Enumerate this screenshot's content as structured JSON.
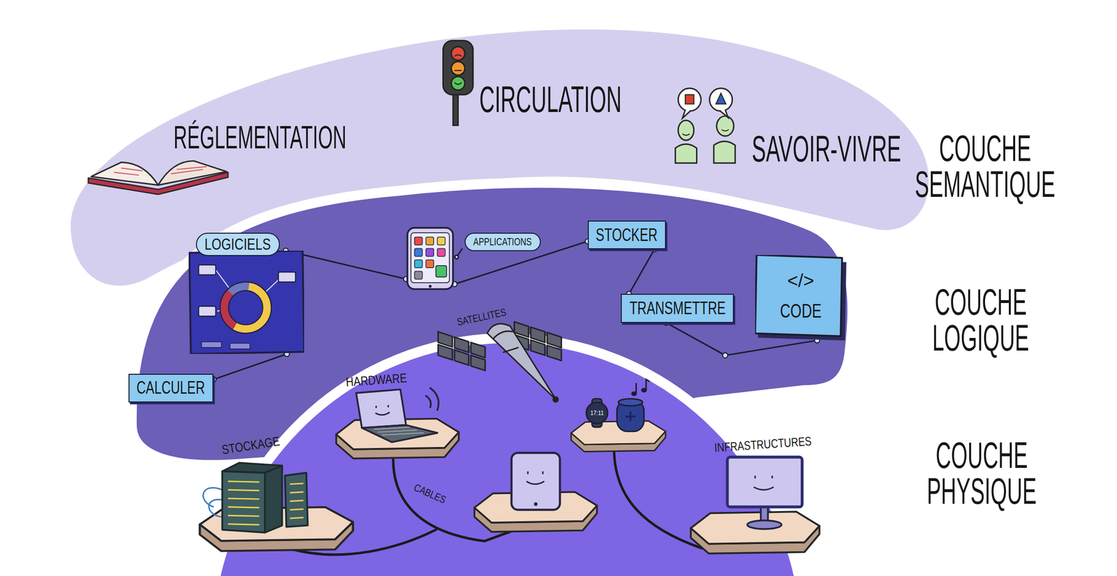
{
  "diagram": {
    "nodes": [
      {
        "text": [
          "LOGICIELS"
        ]
      },
      {
        "text": [
          "APPLICATIONS"
        ]
      },
      {
        "text": [
          "STOCKER"
        ]
      },
      {
        "text": [
          "TRANSMETTRE"
        ]
      },
      {
        "text": [
          "</>",
          "CODE"
        ]
      },
      {
        "text": [
          "CALCULER"
        ]
      }
    ],
    "edges": [
      {
        "from": 0,
        "to": 1,
        "arrow": "none"
      },
      {
        "from": 1,
        "to": 2,
        "arrow": "none"
      },
      {
        "from": 2,
        "to": 3,
        "arrow": "none"
      },
      {
        "from": 3,
        "to": 4,
        "arrow": "none"
      },
      {
        "from": 5,
        "to": 0,
        "arrow": "none"
      }
    ],
    "labels": [
      "CIRCULATION",
      "RÉGLEMENTATION",
      "SAVOIR-VIVRE",
      "COUCHE SEMANTIQUE",
      "COUCHE LOGIQUE",
      "SATELLITES",
      "HARDWARE",
      "STOCKAGE",
      "CABLES",
      "INFRASTRUCTURES",
      "COUCHE PHYSIQUE",
      "17:11"
    ]
  }
}
